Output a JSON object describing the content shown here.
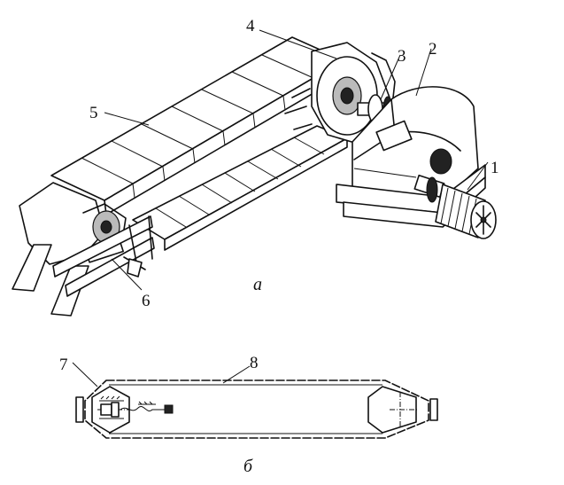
{
  "labels": {
    "l1": "1",
    "l2": "2",
    "l3": "3",
    "l4": "4",
    "l5": "5",
    "l6": "6",
    "l7": "7",
    "l8": "8"
  },
  "captions": {
    "a": "а",
    "b": "б"
  }
}
